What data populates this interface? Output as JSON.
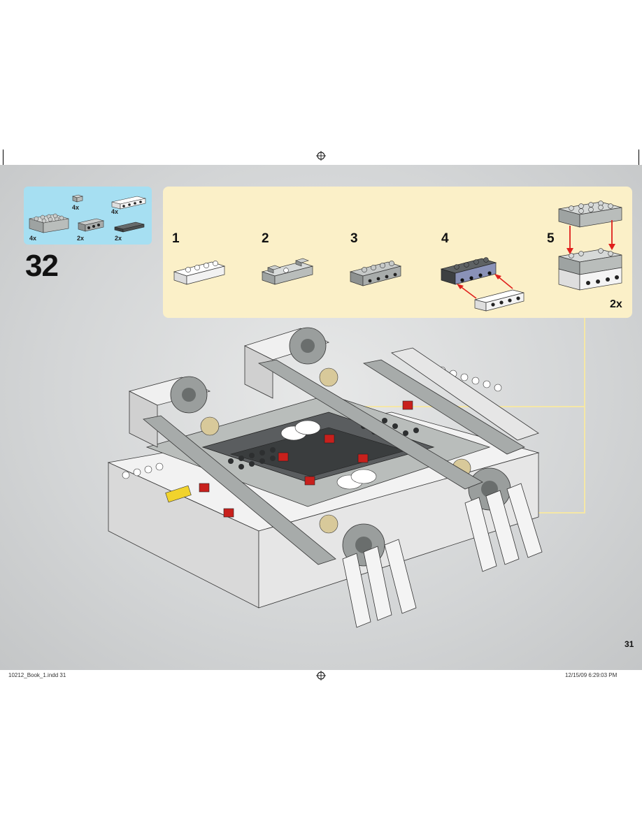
{
  "parts_list": [
    {
      "qty": "4x",
      "item": "brick-2x4-grey"
    },
    {
      "qty": "4x",
      "item": "plate-1x1-grey"
    },
    {
      "qty": "4x",
      "item": "technic-brick-1x4-white"
    },
    {
      "qty": "2x",
      "item": "technic-brick-1x4-grey"
    },
    {
      "qty": "2x",
      "item": "plate-1x4-dark-grey"
    }
  ],
  "step": {
    "number": "32"
  },
  "substeps": [
    {
      "number": "1"
    },
    {
      "number": "2"
    },
    {
      "number": "3"
    },
    {
      "number": "4"
    },
    {
      "number": "5"
    }
  ],
  "substep_multiplier": "2x",
  "page": {
    "number": "31"
  },
  "slug": {
    "file": "10212_Book_1.indd   31",
    "timestamp": "12/15/09   6:29:03 PM"
  },
  "colors": {
    "parts_box": "#a6dff2",
    "subassembly_box": "#fbf0c8",
    "callout_line": "#f5e7a6",
    "arrow": "#e0201c",
    "brick_light_grey": "#b9bdbb",
    "brick_white": "#f4f4f4",
    "brick_dark_grey": "#5e6264"
  }
}
